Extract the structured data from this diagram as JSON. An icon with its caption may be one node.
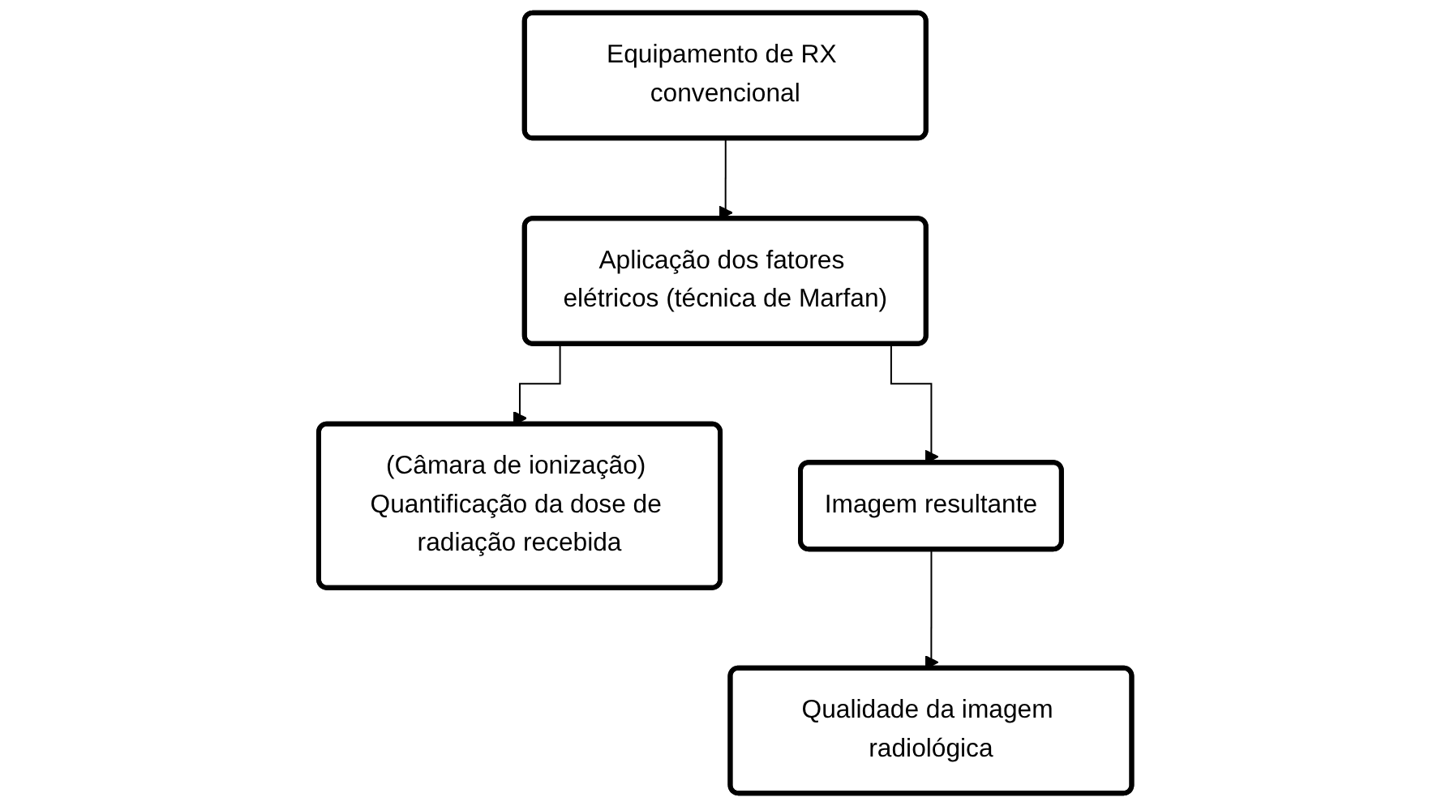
{
  "diagram": {
    "nodes": [
      {
        "text": [
          "Equipamento de RX convencional"
        ]
      },
      {
        "text": [
          "Aplicação dos fatores elétricos (técnica de Marfan)"
        ]
      },
      {
        "text": [
          "(Câmara de ionização) Quantificação da dose de radiação recebida"
        ]
      },
      {
        "text": [
          "Imagem resultante"
        ]
      },
      {
        "text": [
          "Qualidade da imagem radiológica"
        ]
      }
    ],
    "edges": [
      {
        "from": 0,
        "to": 1,
        "arrow": "to"
      },
      {
        "from": 1,
        "to": 2,
        "arrow": "to"
      },
      {
        "from": 1,
        "to": 3,
        "arrow": "to"
      },
      {
        "from": 3,
        "to": 4,
        "arrow": "to"
      }
    ]
  }
}
